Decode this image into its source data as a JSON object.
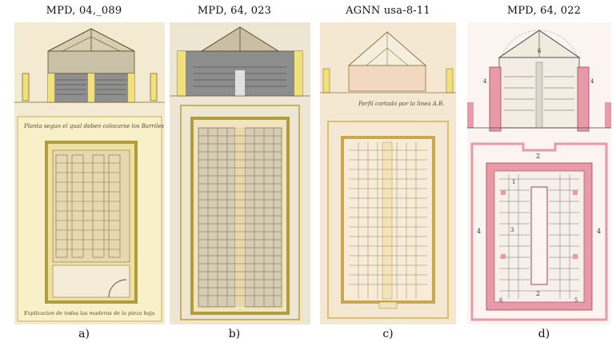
{
  "panels": [
    {
      "id": "a",
      "title": "MPD, 04,_089",
      "caption": "a)",
      "inscriptions": {
        "top": "Planta segun el qual deben colocarse los Barriles",
        "bottom": "Explicacion de todas las maderas de la pieza baja"
      }
    },
    {
      "id": "b",
      "title": "MPD, 64, 023",
      "caption": "b)"
    },
    {
      "id": "c",
      "title": "AGNN usa-8-11",
      "caption": "c)",
      "inscriptions": {
        "section": "Perfil cortado por la linea A.B."
      }
    },
    {
      "id": "d",
      "title": "MPD, 64, 022",
      "caption": "d)",
      "inscriptions": {
        "labels": [
          "1",
          "2",
          "3",
          "4",
          "5",
          "6"
        ]
      }
    }
  ],
  "colors": {
    "paper_a": "#f3ead2",
    "paper_b": "#ede6d2",
    "paper_c": "#f4e8d2",
    "paper_d": "#fbf4f0",
    "wash_yellow": "#f2e079",
    "wash_pink": "#e89aa8",
    "ink": "#5c4a32"
  }
}
